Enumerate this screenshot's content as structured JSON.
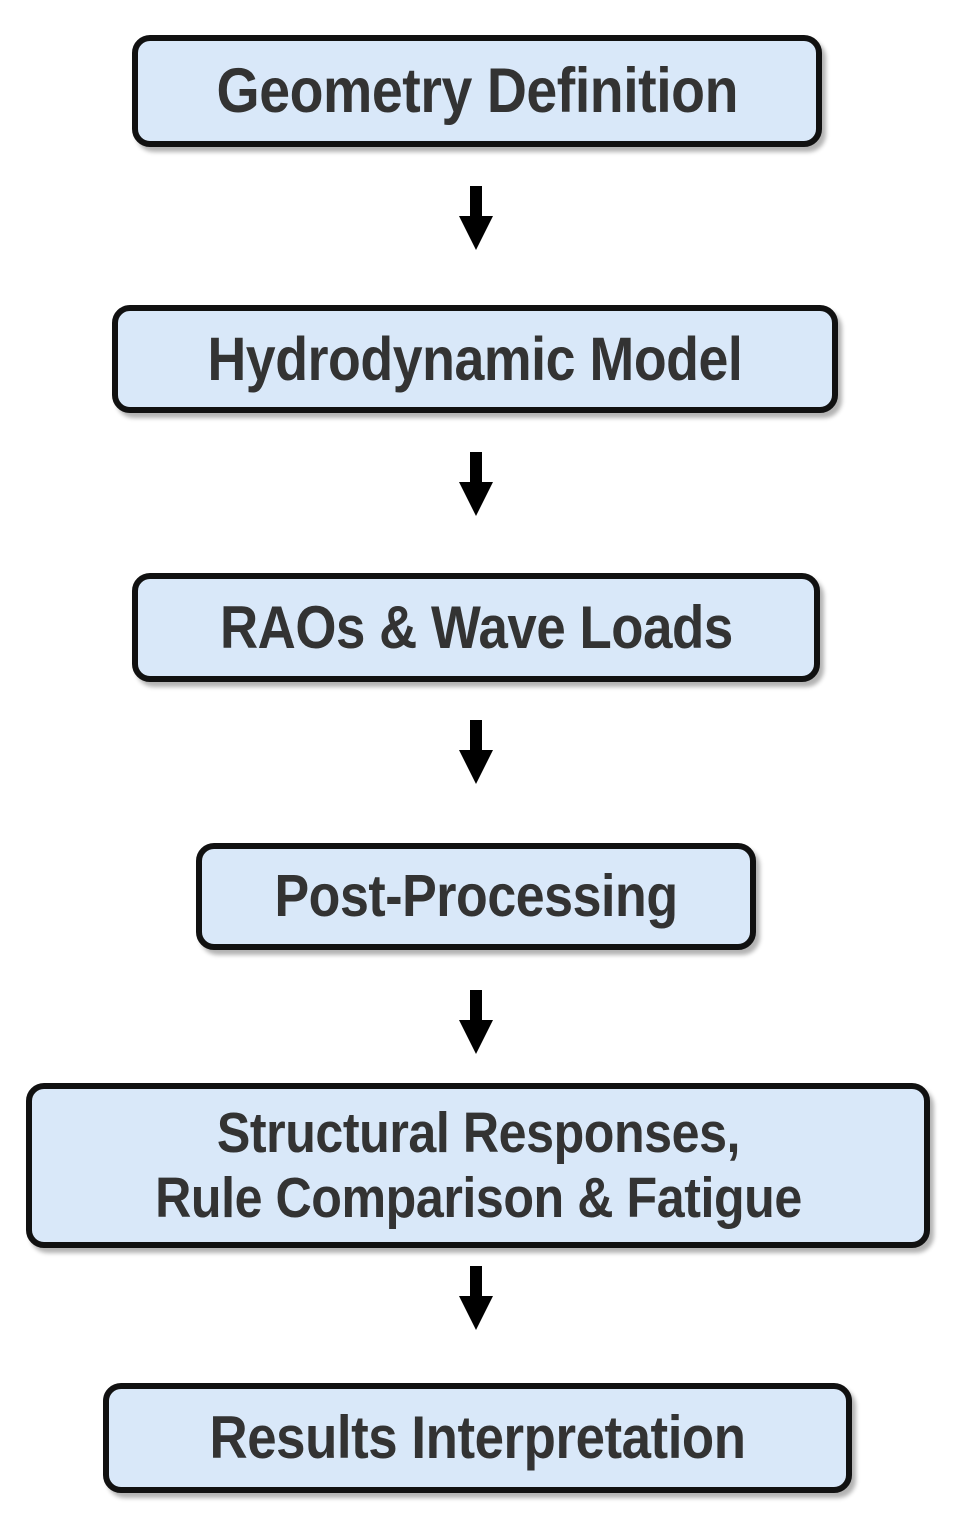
{
  "diagram": {
    "type": "flowchart",
    "orientation": "vertical-top-to-bottom",
    "colors": {
      "node_fill": "#d9e8f9",
      "node_border": "#111111",
      "text": "#333333",
      "arrow": "#000000",
      "background": "#ffffff"
    },
    "nodes": [
      {
        "id": "geometry-definition",
        "label": "Geometry Definition"
      },
      {
        "id": "hydrodynamic-model",
        "label": "Hydrodynamic Model"
      },
      {
        "id": "raos-wave-loads",
        "label": "RAOs & Wave Loads"
      },
      {
        "id": "post-processing",
        "label": "Post-Processing"
      },
      {
        "id": "structural-responses",
        "label": "Structural Responses,\nRule Comparison & Fatigue"
      },
      {
        "id": "results-interpretation",
        "label": "Results Interpretation"
      }
    ],
    "connectors": [
      {
        "id": "arrow-1",
        "from": "geometry-definition",
        "to": "hydrodynamic-model",
        "glyph": "down-arrow"
      },
      {
        "id": "arrow-2",
        "from": "hydrodynamic-model",
        "to": "raos-wave-loads",
        "glyph": "down-arrow"
      },
      {
        "id": "arrow-3",
        "from": "raos-wave-loads",
        "to": "post-processing",
        "glyph": "down-arrow"
      },
      {
        "id": "arrow-4",
        "from": "post-processing",
        "to": "structural-responses",
        "glyph": "down-arrow"
      },
      {
        "id": "arrow-5",
        "from": "structural-responses",
        "to": "results-interpretation",
        "glyph": "down-arrow"
      }
    ]
  }
}
